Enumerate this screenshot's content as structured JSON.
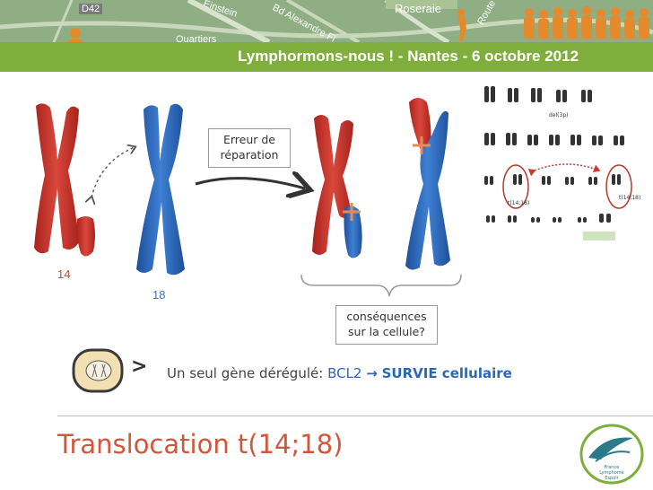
{
  "header": {
    "banner_title": "Lymphormons-nous ! - Nantes - 6 octobre 2012",
    "map_labels": [
      "D42",
      "Einstein",
      "Quartiers",
      "Bd Alexandre Fl",
      "Roseraie",
      "Route"
    ]
  },
  "diagram": {
    "repair_error_line1": "Erreur de",
    "repair_error_line2": "réparation",
    "consequences_line1": "conséquences",
    "consequences_line2": "sur la cellule?",
    "chromosome_14_label": "14",
    "chromosome_18_label": "18",
    "karyotype_label_1": "t(14;18)",
    "karyotype_label_2": "t(14;18)",
    "karyotype_label_3": "del(3p)"
  },
  "summary": {
    "text": "Un seul gène dérégulé: ",
    "gene": "BCL2",
    "arrow": "→",
    "outcome": "SURVIE cellulaire",
    "cell_arrow": ">"
  },
  "slide_title": "Translocation t(14;18)",
  "logo": {
    "text_line1": "France",
    "text_line2": "Lymphome",
    "text_line3": "Espoir"
  },
  "colors": {
    "banner": "#7fae3d",
    "chromosome_red": "#c9392f",
    "chromosome_blue": "#2f6ec2",
    "title_red": "#d2563c",
    "map_bg": "#8fae83"
  }
}
